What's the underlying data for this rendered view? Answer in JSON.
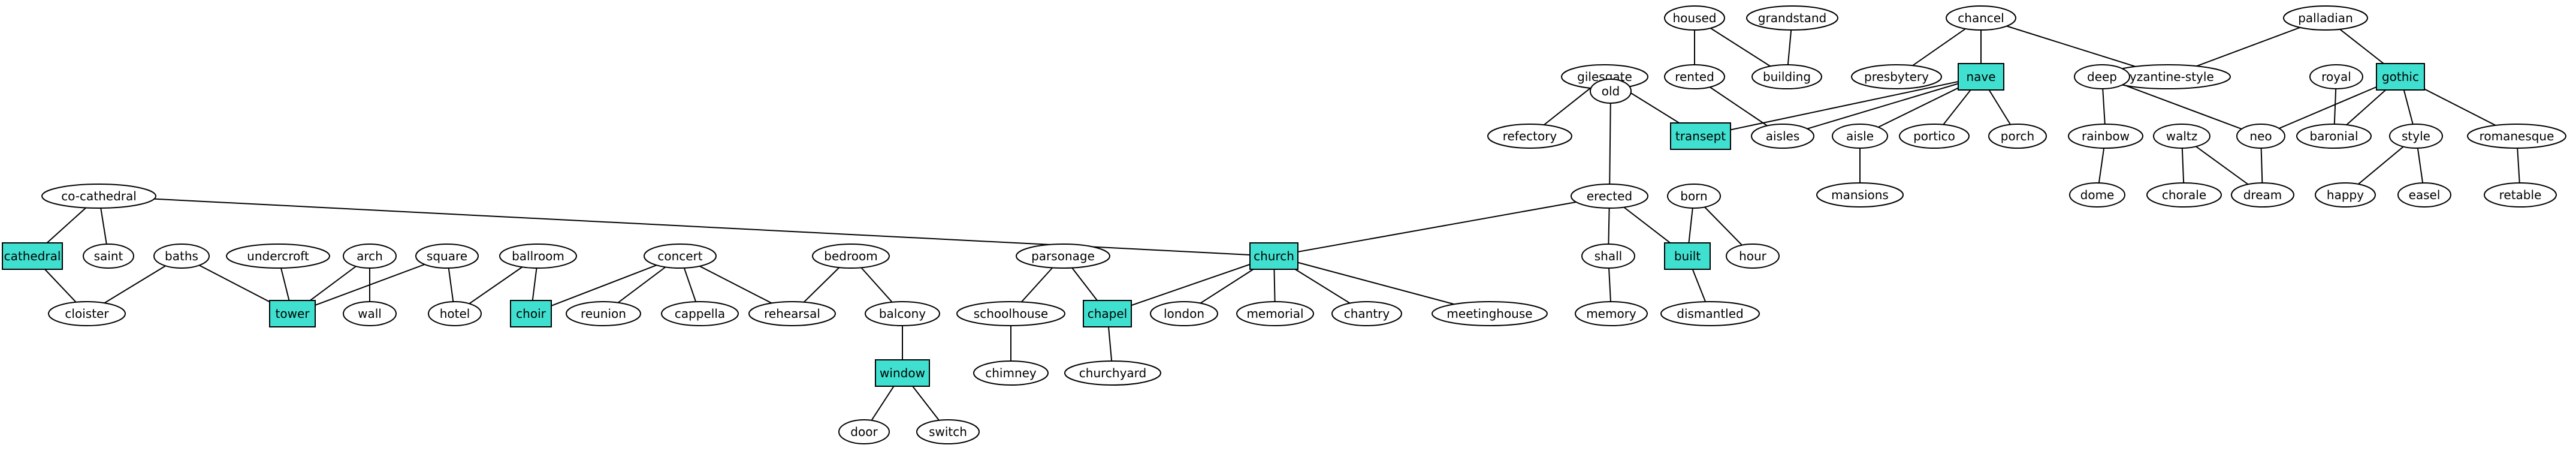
{
  "colors": {
    "highlight": "#40e0d0",
    "stroke": "#000000",
    "background": "#ffffff"
  },
  "nodes": [
    {
      "id": "housed",
      "label": "housed",
      "shape": "ellipse"
    },
    {
      "id": "grandstand",
      "label": "grandstand",
      "shape": "ellipse"
    },
    {
      "id": "chancel",
      "label": "chancel",
      "shape": "ellipse"
    },
    {
      "id": "palladian",
      "label": "palladian",
      "shape": "ellipse"
    },
    {
      "id": "gilesgate",
      "label": "gilesgate",
      "shape": "ellipse"
    },
    {
      "id": "rented",
      "label": "rented",
      "shape": "ellipse"
    },
    {
      "id": "building",
      "label": "building",
      "shape": "ellipse"
    },
    {
      "id": "presbytery",
      "label": "presbytery",
      "shape": "ellipse"
    },
    {
      "id": "nave",
      "label": "nave",
      "shape": "box"
    },
    {
      "id": "byzantine",
      "label": "byzantine-style",
      "shape": "ellipse"
    },
    {
      "id": "deep",
      "label": "deep",
      "shape": "ellipse"
    },
    {
      "id": "gothic",
      "label": "gothic",
      "shape": "box"
    },
    {
      "id": "royal",
      "label": "royal",
      "shape": "ellipse"
    },
    {
      "id": "refectory",
      "label": "refectory",
      "shape": "ellipse"
    },
    {
      "id": "old",
      "label": "old",
      "shape": "ellipse"
    },
    {
      "id": "transept",
      "label": "transept",
      "shape": "box"
    },
    {
      "id": "aisles",
      "label": "aisles",
      "shape": "ellipse"
    },
    {
      "id": "aisle",
      "label": "aisle",
      "shape": "ellipse"
    },
    {
      "id": "portico",
      "label": "portico",
      "shape": "ellipse"
    },
    {
      "id": "porch",
      "label": "porch",
      "shape": "ellipse"
    },
    {
      "id": "rainbow",
      "label": "rainbow",
      "shape": "ellipse"
    },
    {
      "id": "waltz",
      "label": "waltz",
      "shape": "ellipse"
    },
    {
      "id": "neo",
      "label": "neo",
      "shape": "ellipse"
    },
    {
      "id": "baronial",
      "label": "baronial",
      "shape": "ellipse"
    },
    {
      "id": "style",
      "label": "style",
      "shape": "ellipse"
    },
    {
      "id": "romanesque",
      "label": "romanesque",
      "shape": "ellipse"
    },
    {
      "id": "mansions",
      "label": "mansions",
      "shape": "ellipse"
    },
    {
      "id": "dome",
      "label": "dome",
      "shape": "ellipse"
    },
    {
      "id": "chorale",
      "label": "chorale",
      "shape": "ellipse"
    },
    {
      "id": "dream",
      "label": "dream",
      "shape": "ellipse"
    },
    {
      "id": "happy",
      "label": "happy",
      "shape": "ellipse"
    },
    {
      "id": "easel",
      "label": "easel",
      "shape": "ellipse"
    },
    {
      "id": "retable",
      "label": "retable",
      "shape": "ellipse"
    },
    {
      "id": "erected",
      "label": "erected",
      "shape": "ellipse"
    },
    {
      "id": "born",
      "label": "born",
      "shape": "ellipse"
    },
    {
      "id": "cocathedral",
      "label": "co-cathedral",
      "shape": "ellipse"
    },
    {
      "id": "cathedral",
      "label": "cathedral",
      "shape": "box"
    },
    {
      "id": "saint",
      "label": "saint",
      "shape": "ellipse"
    },
    {
      "id": "baths",
      "label": "baths",
      "shape": "ellipse"
    },
    {
      "id": "undercroft",
      "label": "undercroft",
      "shape": "ellipse"
    },
    {
      "id": "arch",
      "label": "arch",
      "shape": "ellipse"
    },
    {
      "id": "square",
      "label": "square",
      "shape": "ellipse"
    },
    {
      "id": "ballroom",
      "label": "ballroom",
      "shape": "ellipse"
    },
    {
      "id": "concert",
      "label": "concert",
      "shape": "ellipse"
    },
    {
      "id": "bedroom",
      "label": "bedroom",
      "shape": "ellipse"
    },
    {
      "id": "parsonage",
      "label": "parsonage",
      "shape": "ellipse"
    },
    {
      "id": "church",
      "label": "church",
      "shape": "box"
    },
    {
      "id": "shall",
      "label": "shall",
      "shape": "ellipse"
    },
    {
      "id": "built",
      "label": "built",
      "shape": "box"
    },
    {
      "id": "hour",
      "label": "hour",
      "shape": "ellipse"
    },
    {
      "id": "cloister",
      "label": "cloister",
      "shape": "ellipse"
    },
    {
      "id": "tower",
      "label": "tower",
      "shape": "box"
    },
    {
      "id": "wall",
      "label": "wall",
      "shape": "ellipse"
    },
    {
      "id": "hotel",
      "label": "hotel",
      "shape": "ellipse"
    },
    {
      "id": "choir",
      "label": "choir",
      "shape": "box"
    },
    {
      "id": "reunion",
      "label": "reunion",
      "shape": "ellipse"
    },
    {
      "id": "cappella",
      "label": "cappella",
      "shape": "ellipse"
    },
    {
      "id": "rehearsal",
      "label": "rehearsal",
      "shape": "ellipse"
    },
    {
      "id": "balcony",
      "label": "balcony",
      "shape": "ellipse"
    },
    {
      "id": "schoolhouse",
      "label": "schoolhouse",
      "shape": "ellipse"
    },
    {
      "id": "chapel",
      "label": "chapel",
      "shape": "box"
    },
    {
      "id": "london",
      "label": "london",
      "shape": "ellipse"
    },
    {
      "id": "memorial",
      "label": "memorial",
      "shape": "ellipse"
    },
    {
      "id": "chantry",
      "label": "chantry",
      "shape": "ellipse"
    },
    {
      "id": "meetinghouse",
      "label": "meetinghouse",
      "shape": "ellipse"
    },
    {
      "id": "memory",
      "label": "memory",
      "shape": "ellipse"
    },
    {
      "id": "dismantled",
      "label": "dismantled",
      "shape": "ellipse"
    },
    {
      "id": "window",
      "label": "window",
      "shape": "box"
    },
    {
      "id": "chimney",
      "label": "chimney",
      "shape": "ellipse"
    },
    {
      "id": "churchyard",
      "label": "churchyard",
      "shape": "ellipse"
    },
    {
      "id": "door",
      "label": "door",
      "shape": "ellipse"
    },
    {
      "id": "switch",
      "label": "switch",
      "shape": "ellipse"
    }
  ],
  "edges": [
    [
      "housed",
      "rented"
    ],
    [
      "housed",
      "building"
    ],
    [
      "grandstand",
      "building"
    ],
    [
      "chancel",
      "presbytery"
    ],
    [
      "chancel",
      "nave"
    ],
    [
      "chancel",
      "byzantine"
    ],
    [
      "palladian",
      "byzantine"
    ],
    [
      "palladian",
      "gothic"
    ],
    [
      "gilesgate",
      "refectory"
    ],
    [
      "gilesgate",
      "old"
    ],
    [
      "gilesgate",
      "transept"
    ],
    [
      "rented",
      "aisles"
    ],
    [
      "nave",
      "transept"
    ],
    [
      "nave",
      "aisles"
    ],
    [
      "nave",
      "aisle"
    ],
    [
      "nave",
      "portico"
    ],
    [
      "nave",
      "porch"
    ],
    [
      "deep",
      "rainbow"
    ],
    [
      "deep",
      "neo"
    ],
    [
      "gothic",
      "neo"
    ],
    [
      "gothic",
      "baronial"
    ],
    [
      "gothic",
      "style"
    ],
    [
      "gothic",
      "romanesque"
    ],
    [
      "royal",
      "baronial"
    ],
    [
      "old",
      "erected"
    ],
    [
      "aisle",
      "mansions"
    ],
    [
      "rainbow",
      "dome"
    ],
    [
      "waltz",
      "chorale"
    ],
    [
      "waltz",
      "dream"
    ],
    [
      "neo",
      "dream"
    ],
    [
      "style",
      "happy"
    ],
    [
      "style",
      "easel"
    ],
    [
      "romanesque",
      "retable"
    ],
    [
      "erected",
      "church"
    ],
    [
      "erected",
      "shall"
    ],
    [
      "erected",
      "built"
    ],
    [
      "born",
      "built"
    ],
    [
      "born",
      "hour"
    ],
    [
      "cocathedral",
      "cathedral"
    ],
    [
      "cocathedral",
      "saint"
    ],
    [
      "cocathedral",
      "church"
    ],
    [
      "cathedral",
      "cloister"
    ],
    [
      "baths",
      "cloister"
    ],
    [
      "baths",
      "tower"
    ],
    [
      "undercroft",
      "tower"
    ],
    [
      "arch",
      "tower"
    ],
    [
      "arch",
      "wall"
    ],
    [
      "square",
      "tower"
    ],
    [
      "square",
      "hotel"
    ],
    [
      "ballroom",
      "hotel"
    ],
    [
      "ballroom",
      "choir"
    ],
    [
      "concert",
      "choir"
    ],
    [
      "concert",
      "reunion"
    ],
    [
      "concert",
      "cappella"
    ],
    [
      "concert",
      "rehearsal"
    ],
    [
      "bedroom",
      "rehearsal"
    ],
    [
      "bedroom",
      "balcony"
    ],
    [
      "parsonage",
      "schoolhouse"
    ],
    [
      "parsonage",
      "chapel"
    ],
    [
      "church",
      "chapel"
    ],
    [
      "church",
      "london"
    ],
    [
      "church",
      "memorial"
    ],
    [
      "church",
      "chantry"
    ],
    [
      "church",
      "meetinghouse"
    ],
    [
      "shall",
      "memory"
    ],
    [
      "built",
      "dismantled"
    ],
    [
      "balcony",
      "window"
    ],
    [
      "schoolhouse",
      "chimney"
    ],
    [
      "chapel",
      "churchyard"
    ],
    [
      "window",
      "door"
    ],
    [
      "window",
      "switch"
    ]
  ]
}
